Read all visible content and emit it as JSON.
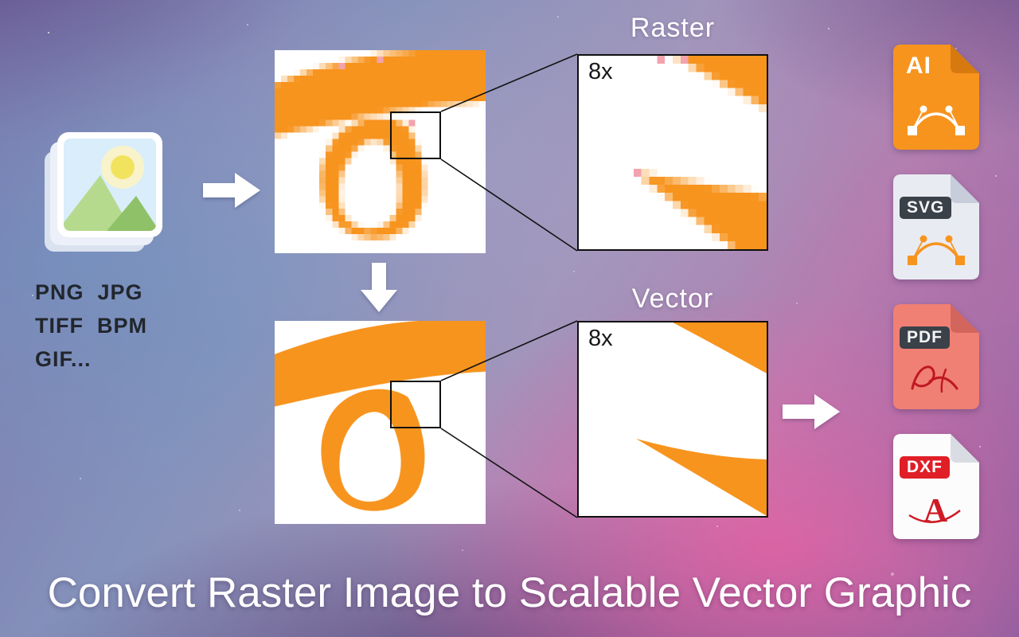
{
  "headline": "Convert Raster Image to Scalable Vector Graphic",
  "source_formats": {
    "line1": "PNG  JPG",
    "line2": "TIFF  BPM",
    "line3": "GIF..."
  },
  "raster_panel": {
    "title": "Raster",
    "zoom_label": "8x"
  },
  "vector_panel": {
    "title": "Vector",
    "zoom_label": "8x"
  },
  "file_types": [
    {
      "label": "AI"
    },
    {
      "label": "SVG"
    },
    {
      "label": "PDF"
    },
    {
      "label": "DXF",
      "glyph_letter": "A"
    }
  ],
  "colors": {
    "logo_orange": "#F7941E",
    "antialias_pink": "#F2A3AE",
    "ai_body": "#F7941E",
    "svg_body": "#E9EBF2",
    "pdf_body": "#F08074",
    "dxf_body": "#FCFCFD",
    "badge_dark": "#3A4149",
    "badge_red": "#E01E26",
    "headline_color": "#FFFFFF"
  }
}
